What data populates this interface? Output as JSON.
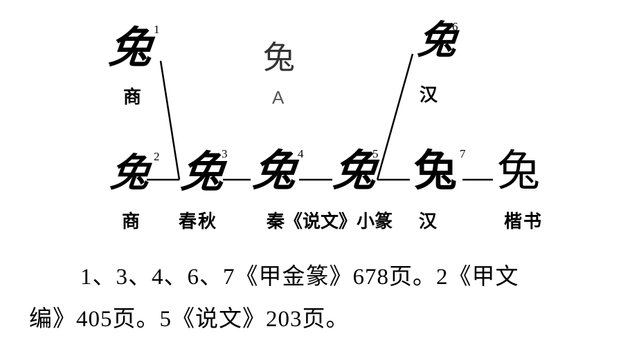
{
  "figure": {
    "top_row": {
      "item1": {
        "glyph": "兔",
        "number": "1",
        "period": "商"
      },
      "center": {
        "glyph": "兔",
        "marker": "A"
      },
      "item6": {
        "glyph": "兔",
        "number": "6",
        "period": "汉"
      }
    },
    "main_row": {
      "items": [
        {
          "glyph": "兔",
          "number": "2",
          "period": "商"
        },
        {
          "glyph": "兔",
          "number": "3",
          "period": "春秋"
        },
        {
          "glyph": "兔",
          "number": "4",
          "period": "秦《说文》小篆"
        },
        {
          "glyph": "兔",
          "number": "5",
          "period": ""
        },
        {
          "glyph": "兔",
          "number": "7",
          "period": "汉"
        },
        {
          "glyph": "兔",
          "number": "",
          "period": "楷书"
        }
      ],
      "labels": {
        "shang": "商",
        "chunqiu": "春秋",
        "qin_shuowen": "秦《说文》小篆",
        "han": "汉",
        "kaishu": "楷书"
      }
    },
    "connector_dash": "—"
  },
  "footnote": {
    "line1": "1、3、4、6、7《甲金篆》678页。2《甲文",
    "line2": "编》405页。5《说文》203页。"
  },
  "colors": {
    "ink": "#000000",
    "marker_gray": "#555555",
    "background": "#ffffff"
  }
}
